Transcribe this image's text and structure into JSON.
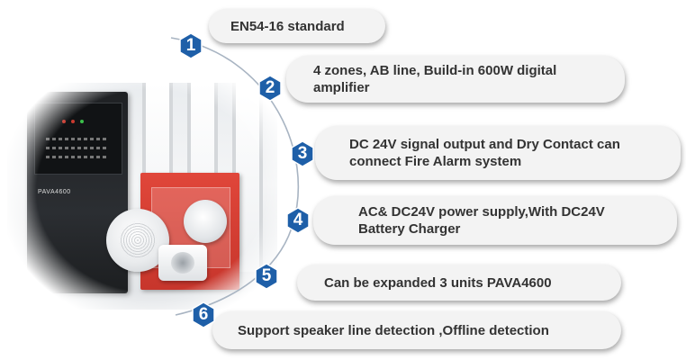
{
  "product": {
    "rack_label": "PAVA4600"
  },
  "features": [
    {
      "number": "1",
      "text": "EN54-16 standard"
    },
    {
      "number": "2",
      "text": "4 zones, AB line, Build-in 600W digital amplifier"
    },
    {
      "number": "3",
      "text": "DC 24V signal output and Dry Contact can connect Fire Alarm system"
    },
    {
      "number": "4",
      "text": "AC& DC24V power supply,With DC24V Battery Charger"
    },
    {
      "number": "5",
      "text": "Can be  expanded  3 units PAVA4600"
    },
    {
      "number": "6",
      "text": "Support speaker line detection ,Offline detection"
    }
  ],
  "colors": {
    "badge": "#1e5fa8",
    "pill_bg": "#f3f3f3",
    "text": "#333333",
    "arc": "#a8b4c2"
  }
}
